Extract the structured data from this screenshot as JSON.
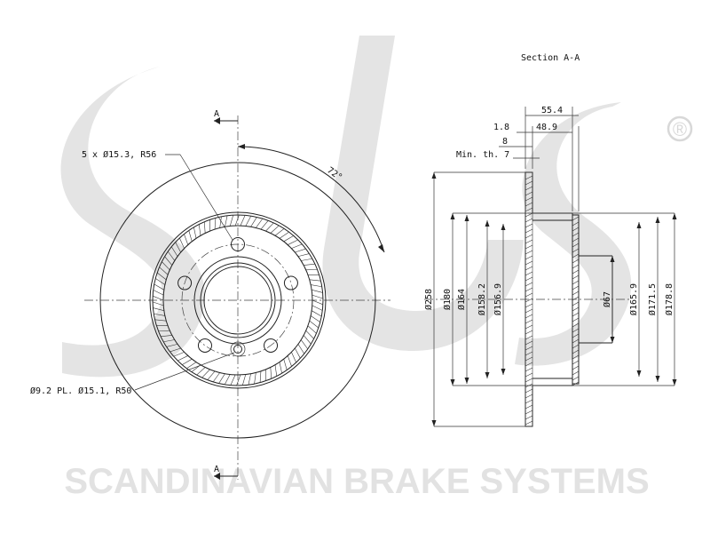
{
  "brand": {
    "watermark_text": "SCANDINAVIAN BRAKE SYSTEMS",
    "registered_mark": "®",
    "watermark_color": "#e2e2e2"
  },
  "section_title": "Section A-A",
  "section_marks": {
    "top": "A",
    "bottom": "A"
  },
  "front_view": {
    "bolt_label": "5 x Ø15.3, R56",
    "hole_label": "Ø9.2 PL. Ø15.1, R50",
    "angle_label": "72°"
  },
  "section_view": {
    "top_dims": {
      "d55_4": "55.4",
      "d48_9": "48.9",
      "d1_8": "1.8",
      "d8": "8",
      "min_th": "Min. th. 7"
    },
    "diameters": [
      "Ø258",
      "Ø180",
      "Ø164",
      "Ø158.2",
      "Ø156.9",
      "Ø67",
      "Ø165.9",
      "Ø171.5",
      "Ø178.8"
    ]
  }
}
